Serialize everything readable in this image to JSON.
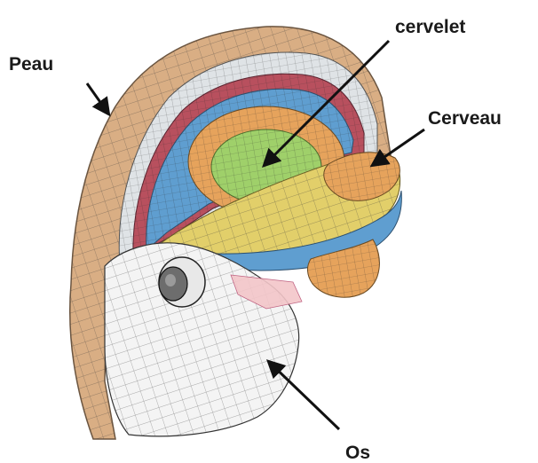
{
  "labels": {
    "peau": "Peau",
    "cervelet": "cervelet",
    "cerveau": "Cerveau",
    "os": "Os"
  },
  "colors": {
    "skin": "#d9ae84",
    "bone": "#f4f4f4",
    "csf_gray": "#cfd6dc",
    "membrane_red": "#b8505e",
    "brain_blue": "#5f9ed0",
    "cerebellum_green": "#9fd06a",
    "brain_orange": "#e6a35c",
    "brain_yellow": "#e2cf6a",
    "mesh_line": "#333333",
    "arrow": "#111111"
  }
}
